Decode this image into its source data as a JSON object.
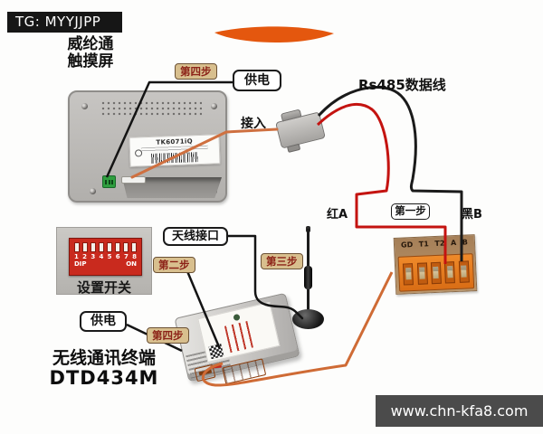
{
  "watermarks": {
    "top_left": "TG: MYYJJPP",
    "bottom_right": "www.chn-kfa8.com"
  },
  "title": {
    "line1": "威纶通",
    "line2": "触摸屏"
  },
  "labels": {
    "rs485_cable": "Rs485数据线",
    "connect": "接入",
    "power": "供电",
    "antenna_port": "天线接口",
    "step1": "第一步",
    "step2": "第二步",
    "step3": "第三步",
    "step4": "第四步",
    "red_a": "红A",
    "black_b": "黑B",
    "switch_caption": "设置开关"
  },
  "devices": {
    "touchscreen": {
      "model": "TK6071iQ"
    },
    "dip_switch": {
      "numbers": [
        "1",
        "2",
        "3",
        "4",
        "5",
        "6",
        "7",
        "8"
      ],
      "left_text": "DIP",
      "right_text": "ON"
    },
    "terminal_block": {
      "pins": [
        "GD",
        "T1",
        "T2",
        "A",
        "B"
      ]
    },
    "radio_terminal": {
      "name_line1": "无线通讯终端",
      "name_line2": "DTD434M"
    }
  },
  "colors": {
    "accent_orange": "#e4570e",
    "wire_red": "#c41310",
    "wire_black": "#1a1a1a",
    "wire_orange": "#cf7040",
    "step_bg": "#d8bf8e",
    "step_text": "#8c2318"
  }
}
